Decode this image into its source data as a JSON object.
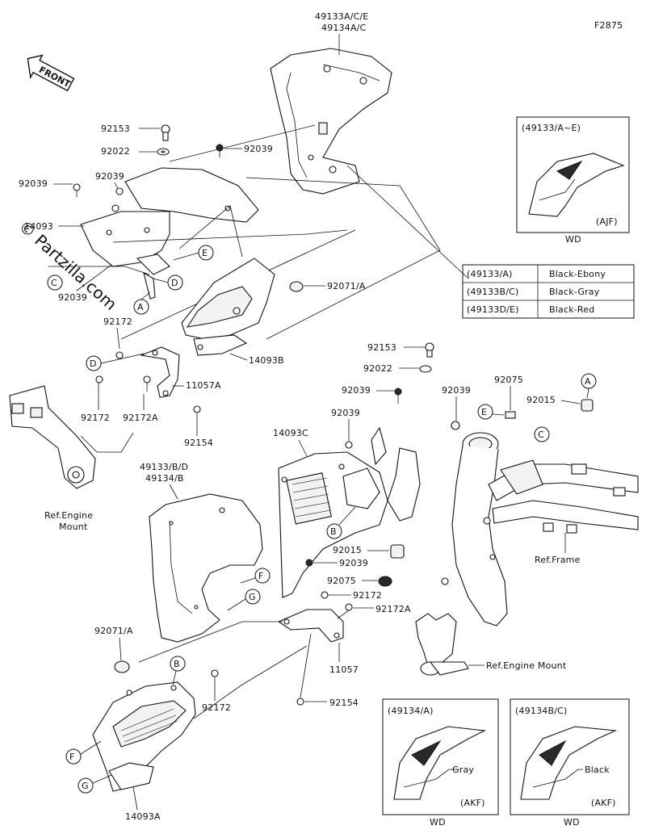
{
  "figure_code": "F2875",
  "front_label": "FRONT",
  "watermark": "© Partzilla.com",
  "parts": {
    "p49133ace": "49133A/C/E",
    "p49134ac": "49134A/C",
    "p92153_top": "92153",
    "p92022_top": "92022",
    "p92039_a": "92039",
    "p92039_b": "92039",
    "p92039_c": "92039",
    "p14093": "14093",
    "p92039_d": "92039",
    "p92172_a": "92172",
    "p92071a_top": "92071/A",
    "p14093b": "14093B",
    "p11057a": "11057A",
    "p92172_b": "92172",
    "p92172a_b": "92172A",
    "p92154_top": "92154",
    "p92153_mid": "92153",
    "p92022_mid": "92022",
    "p92039_e": "92039",
    "p92039_f": "92039",
    "p92039_g": "92039",
    "p92075_top": "92075",
    "p92015_top": "92015",
    "p14093c": "14093C",
    "p49133bd": "49133/B/D",
    "p49134b": "49134/B",
    "p92015_mid": "92015",
    "p92039_h": "92039",
    "p92075_mid": "92075",
    "p92172_c": "92172",
    "p92172a_c": "92172A",
    "p11057": "11057",
    "p92154_bot": "92154",
    "p92071a_bot": "92071/A",
    "p92172_d": "92172",
    "p14093a": "14093A"
  },
  "refs": {
    "engine_mount_left_1": "Ref.Engine",
    "engine_mount_left_2": "Mount",
    "frame": "Ref.Frame",
    "engine_mount_right": "Ref.Engine Mount"
  },
  "callouts": [
    "A",
    "B",
    "C",
    "D",
    "E",
    "F",
    "G"
  ],
  "color_table": {
    "rows": [
      {
        "part": "(49133/A)",
        "color": "Black-Ebony"
      },
      {
        "part": "(49133B/C)",
        "color": "Black-Gray"
      },
      {
        "part": "(49133D/E)",
        "color": "Black-Red"
      }
    ]
  },
  "insets": {
    "top": {
      "title": "(49133/A~E)",
      "code": "(AJF)",
      "footer": "WD"
    },
    "bottom_left": {
      "title": "(49134/A)",
      "color": "Gray",
      "code": "(AKF)",
      "footer": "WD"
    },
    "bottom_right": {
      "title": "(49134B/C)",
      "color": "Black",
      "code": "(AKF)",
      "footer": "WD"
    }
  }
}
